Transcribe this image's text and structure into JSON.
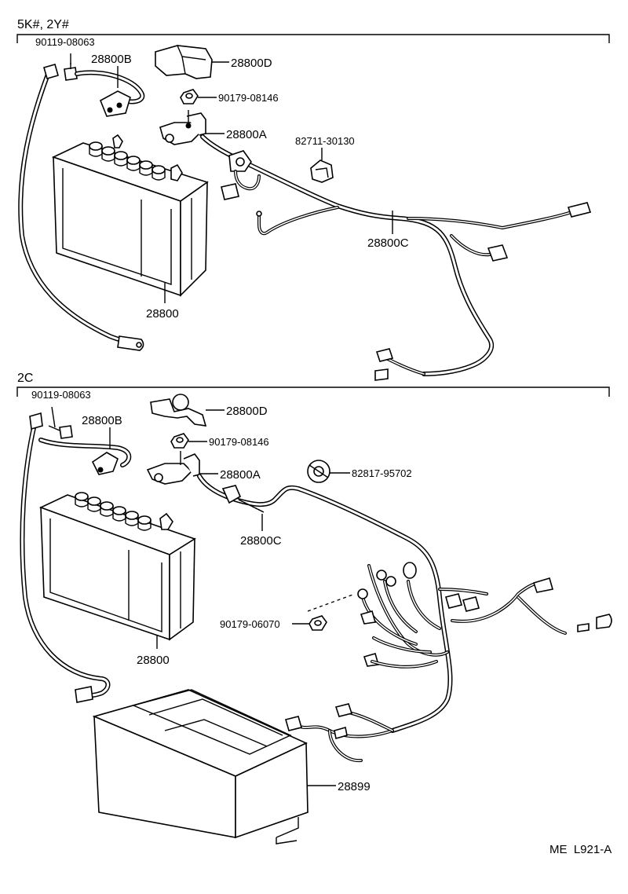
{
  "sections": {
    "top": {
      "title": "5K#, 2Y#"
    },
    "bottom": {
      "title": "2C"
    }
  },
  "top_labels": {
    "bolt": "90119-08063",
    "cable_b": "28800B",
    "cover_d": "28800D",
    "nut": "90179-08146",
    "terminal_a": "28800A",
    "clamp": "82711-30130",
    "harness_c": "28800C",
    "battery": "28800"
  },
  "bottom_labels": {
    "bolt": "90119-08063",
    "cable_b": "28800B",
    "cover_d": "28800D",
    "nut": "90179-08146",
    "terminal_a": "28800A",
    "clamp": "82817-95702",
    "harness_c": "28800C",
    "nut2": "90179-06070",
    "battery": "28800",
    "tray": "28899"
  },
  "footer": {
    "code": "ME  L921-A"
  }
}
